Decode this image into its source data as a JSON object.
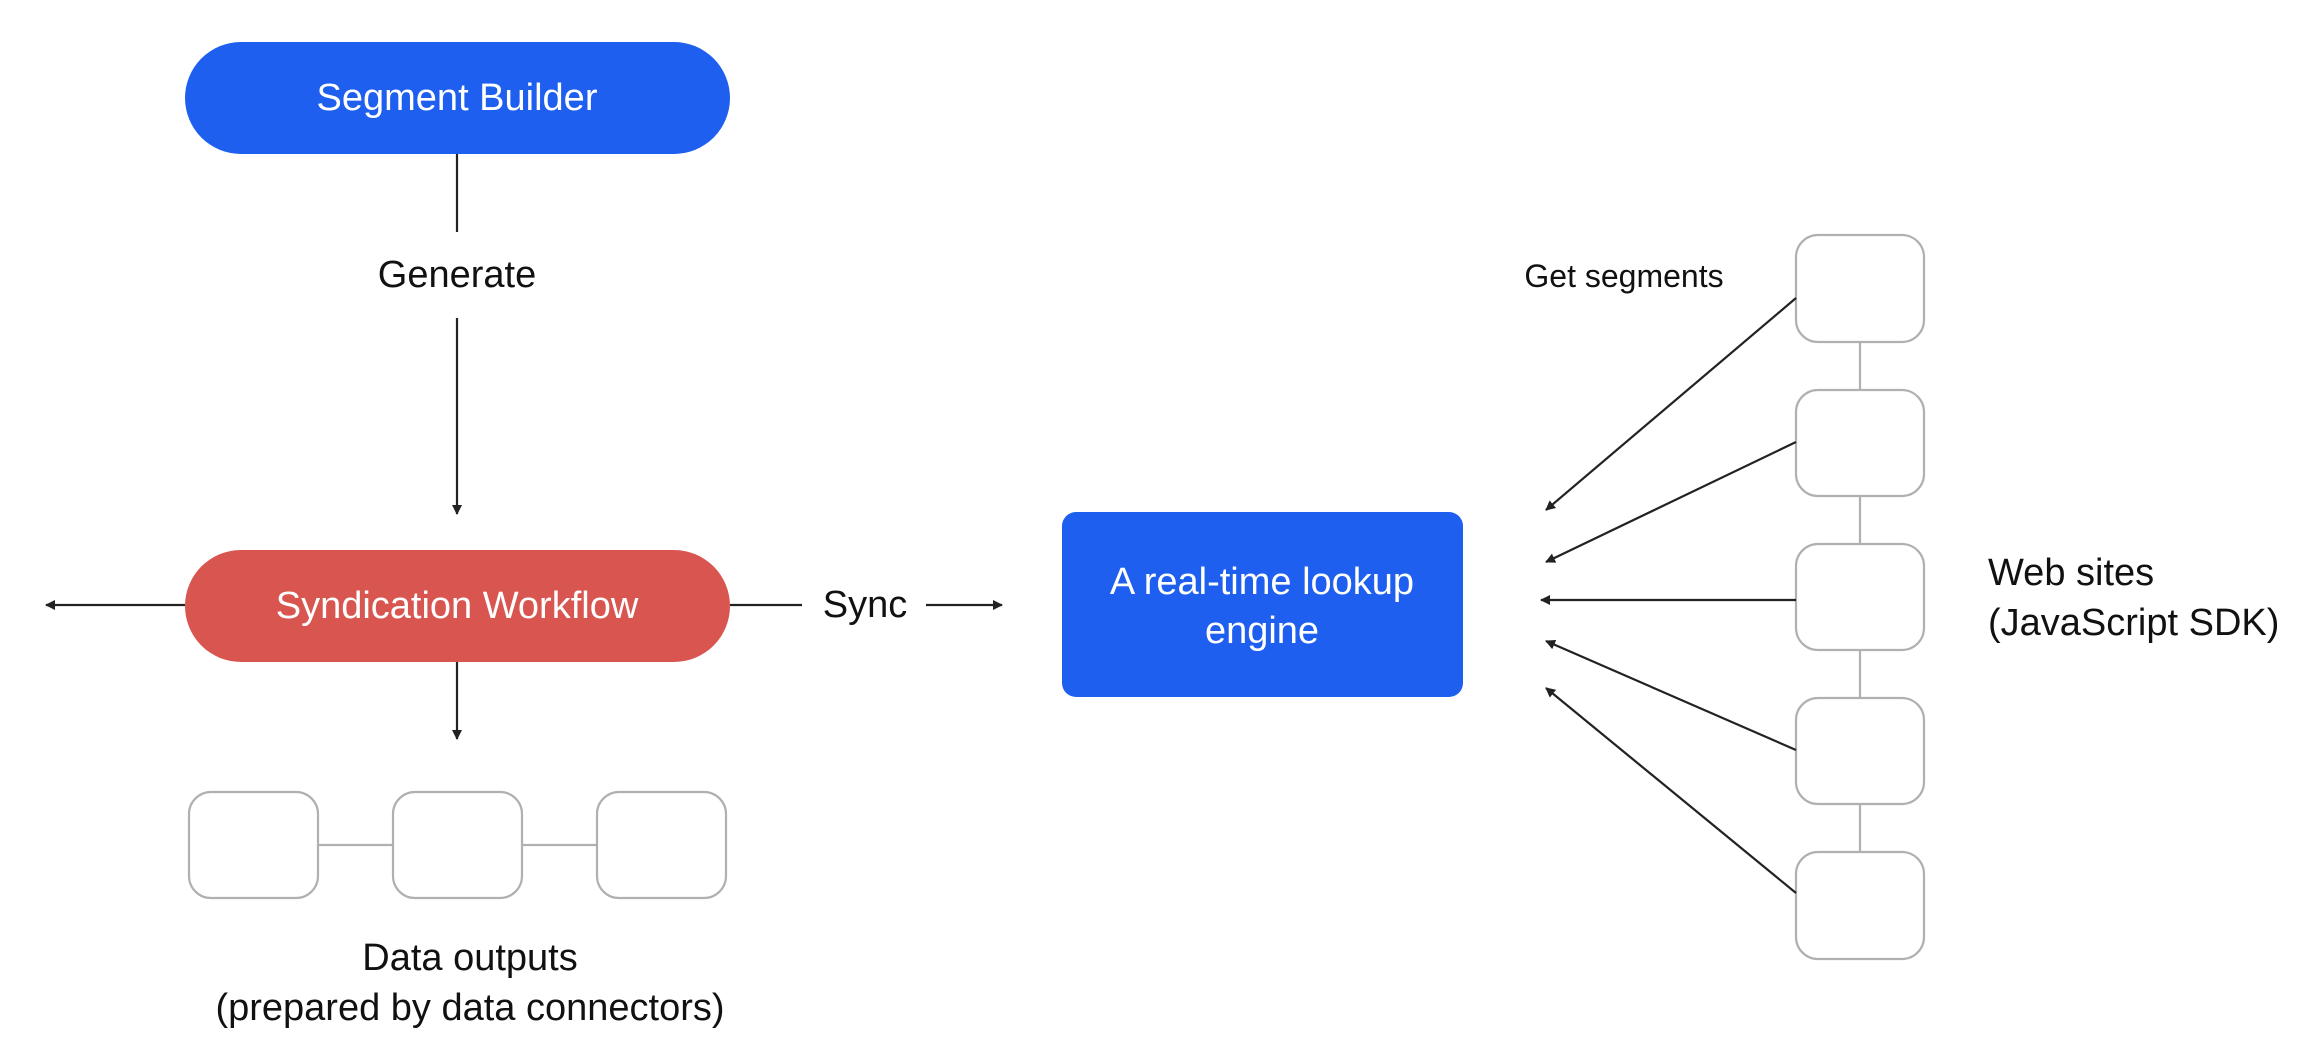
{
  "nodes": {
    "segment_builder": {
      "label": "Segment Builder"
    },
    "syndication_workflow": {
      "label": "Syndication Workflow"
    },
    "lookup_engine": {
      "label_lines": [
        "A real-time lookup",
        "engine"
      ]
    }
  },
  "edge_labels": {
    "generate": "Generate",
    "sync": "Sync",
    "get_segments": "Get segments"
  },
  "groups": {
    "data_outputs": {
      "label_lines": [
        "Data outputs",
        "(prepared by data connectors)"
      ],
      "count": 3
    },
    "web_sites": {
      "label_lines": [
        "Web sites",
        "(JavaScript SDK)"
      ],
      "count": 5
    }
  },
  "colors": {
    "blue": "#1e5ff0",
    "red": "#d95550",
    "line": "#222222",
    "box_border": "#b0b0b0"
  }
}
